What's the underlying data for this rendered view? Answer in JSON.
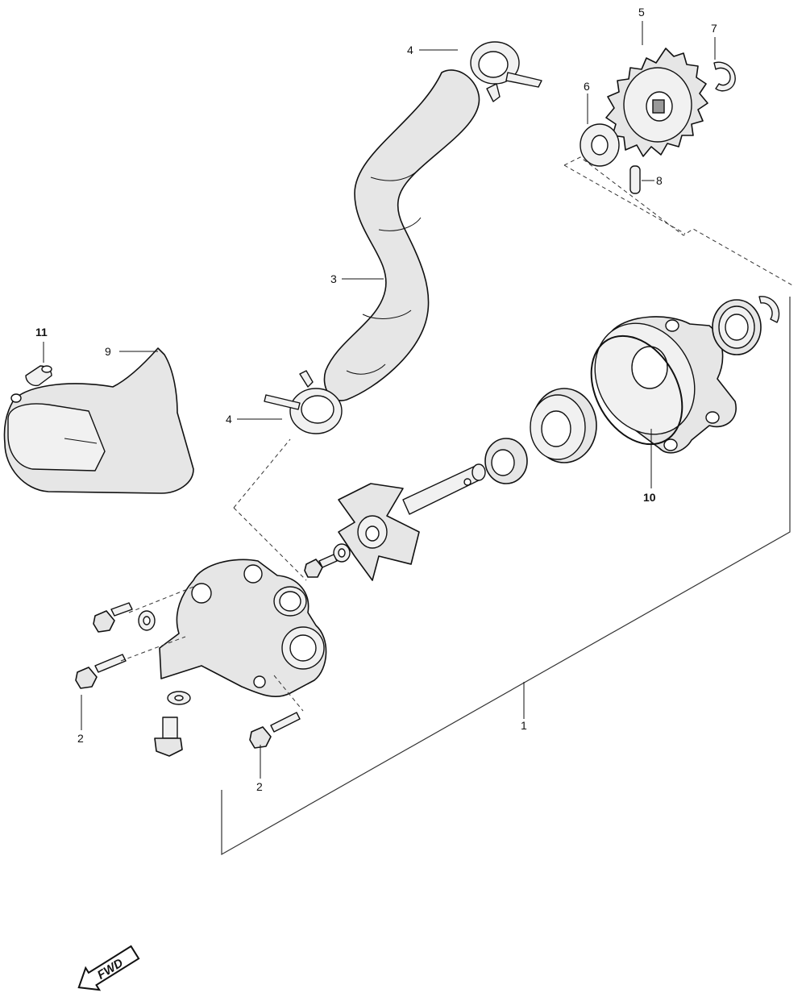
{
  "labels": {
    "l1": "1",
    "l2a": "2",
    "l2b": "2",
    "l3": "3",
    "l4a": "4",
    "l4b": "4",
    "l5": "5",
    "l6": "6",
    "l7": "7",
    "l8": "8",
    "l9": "9",
    "l10": "10",
    "l11": "11"
  },
  "fwd": {
    "text": "FWD"
  },
  "colors": {
    "line": "#111111",
    "fill": "#e6e6e6"
  }
}
